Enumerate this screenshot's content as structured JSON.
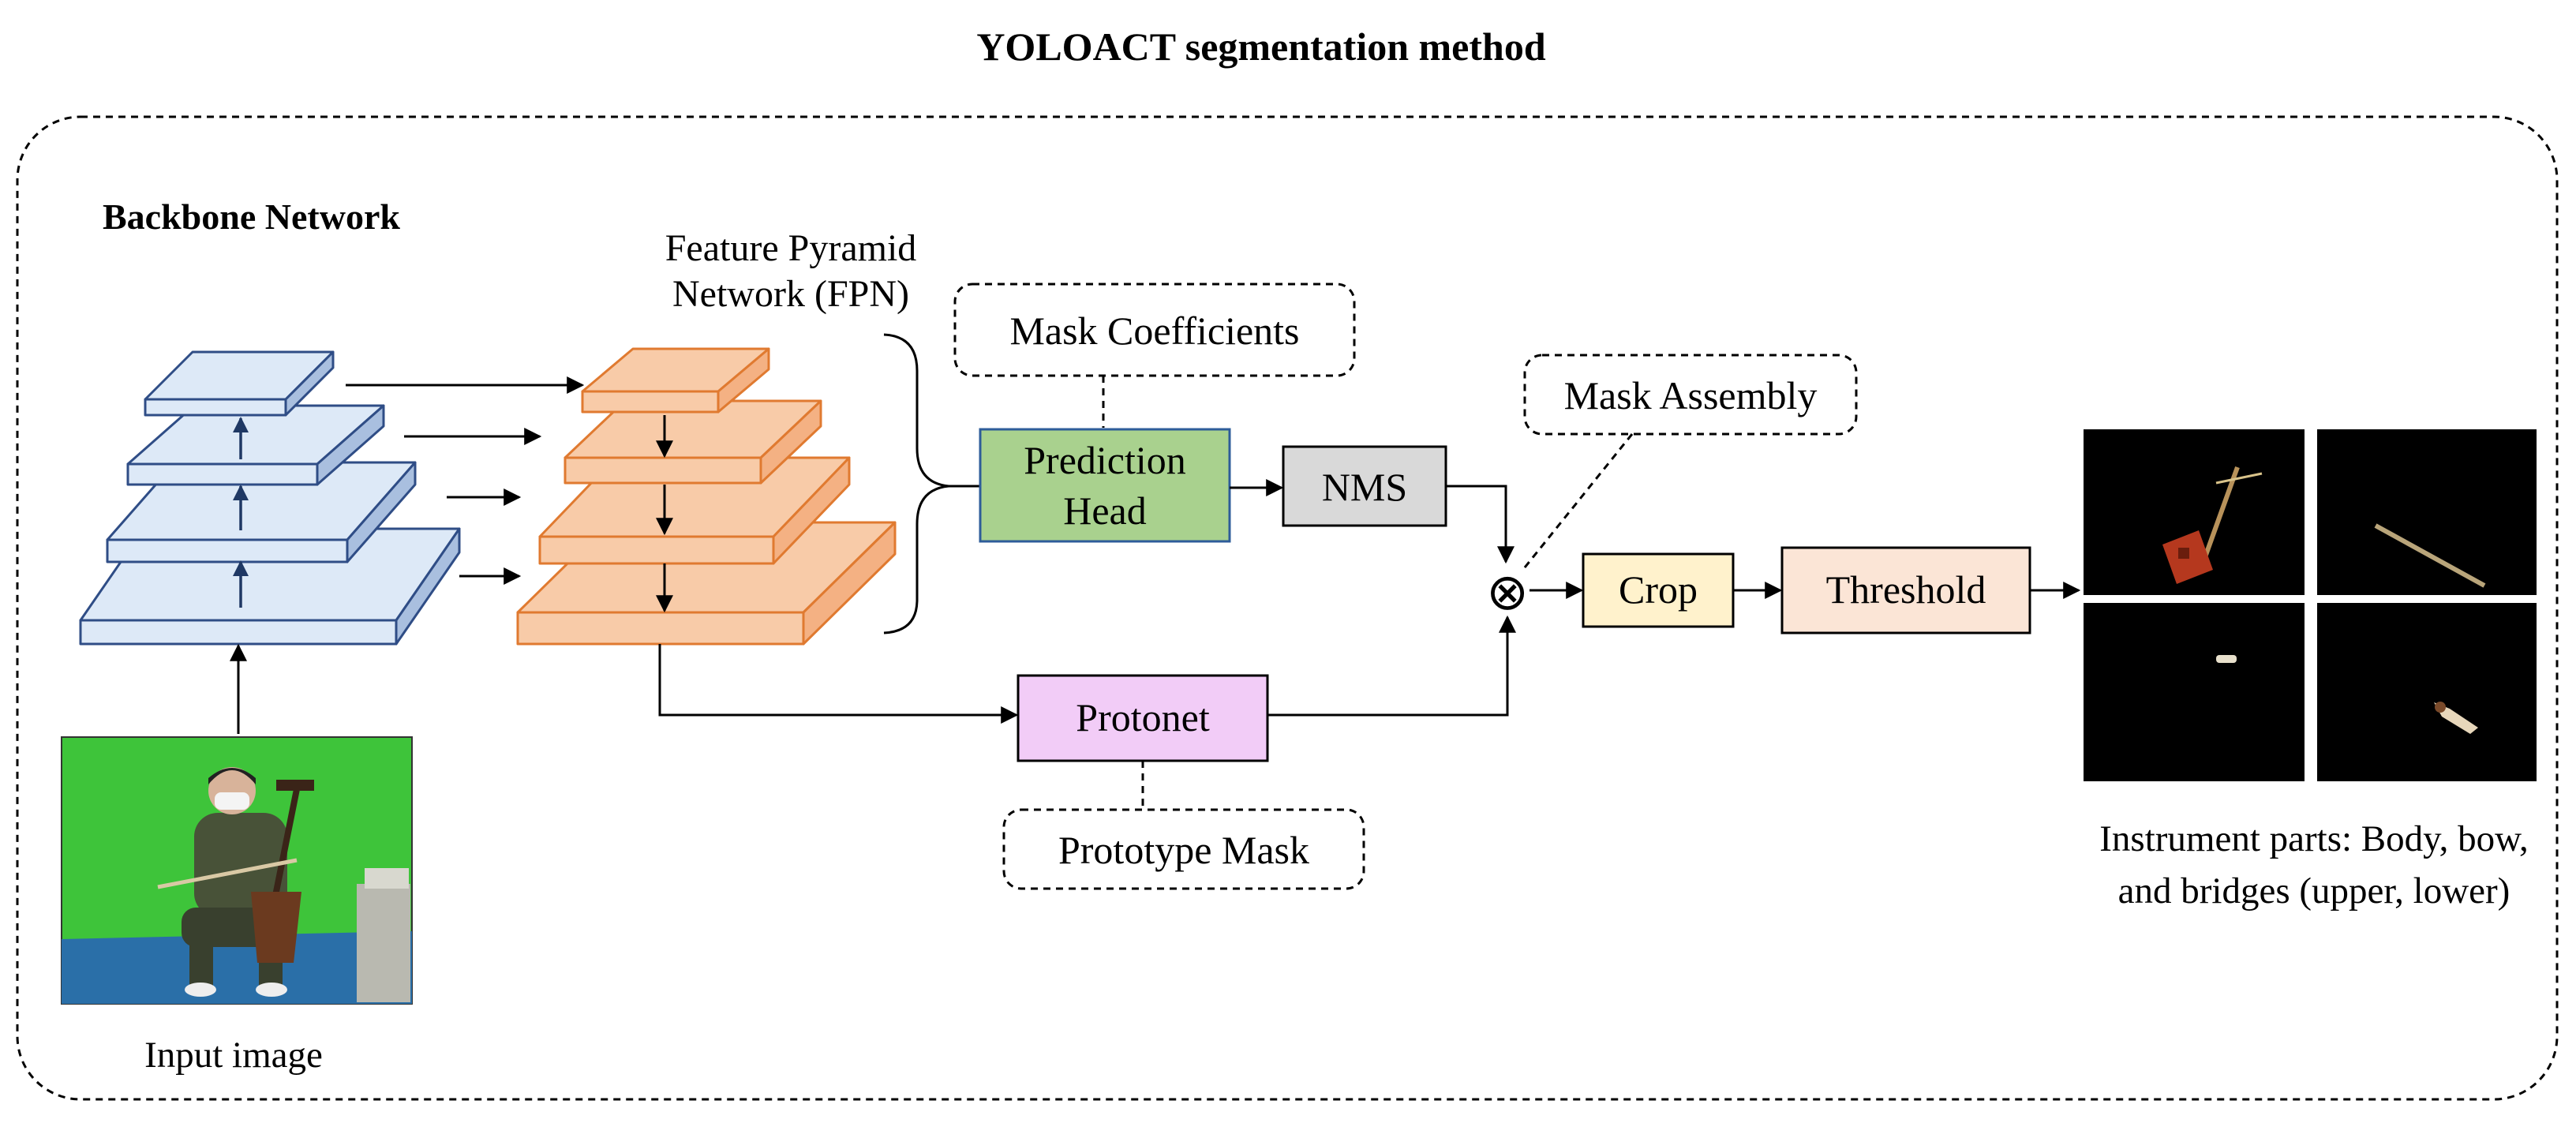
{
  "title": "YOLOACT segmentation method",
  "labels": {
    "backbone": "Backbone Network",
    "fpn_line1": "Feature Pyramid",
    "fpn_line2": "Network (FPN)",
    "mask_coefficients": "Mask Coefficients",
    "mask_assembly": "Mask Assembly",
    "prototype_mask": "Prototype Mask",
    "input_image": "Input image",
    "output_line1": "Instrument parts: Body, bow,",
    "output_line2": "and bridges (upper, lower)",
    "combine_symbol": "⊗"
  },
  "nodes": {
    "prediction_head_line1": "Prediction",
    "prediction_head_line2": "Head",
    "nms": "NMS",
    "protonet": "Protonet",
    "crop": "Crop",
    "threshold": "Threshold"
  },
  "colors": {
    "backbone_fill": "#dde9f7",
    "backbone_stroke": "#2f4d86",
    "fpn_fill": "#f8cba8",
    "fpn_stroke": "#e07a30",
    "prediction_head_fill": "#a9d18e",
    "prediction_head_stroke": "#2e5c9a",
    "nms_fill": "#d9d9d9",
    "protonet_fill": "#f2ccf7",
    "crop_fill": "#fff2cc",
    "threshold_fill": "#fbe5d6",
    "green_screen": "#3ec43a"
  }
}
